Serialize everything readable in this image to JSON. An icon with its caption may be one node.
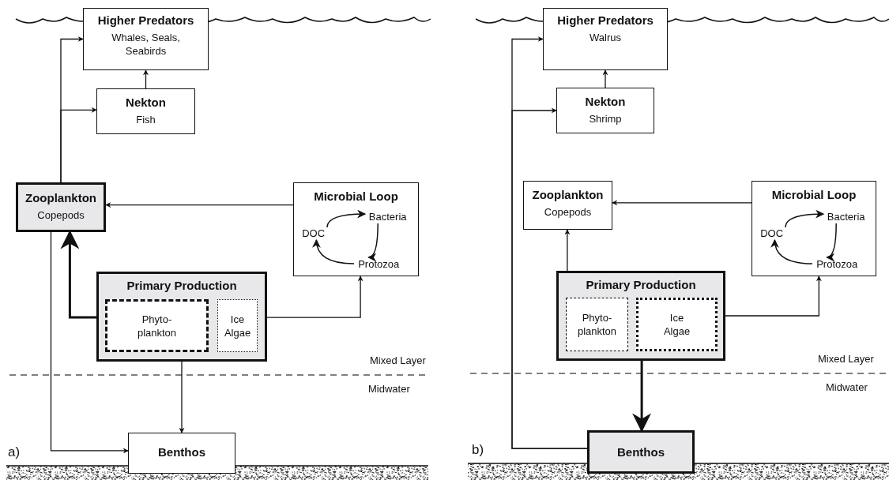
{
  "diagram": {
    "nodes": [
      {
        "text": [
          "Higher Predators",
          "Whales, Seals, Seabirds"
        ]
      },
      {
        "text": [
          "Nekton",
          "Fish"
        ]
      },
      {
        "text": [
          "Zooplankton",
          "Copepods"
        ]
      },
      {
        "text": [
          "Microbial Loop"
        ]
      },
      {
        "text": [
          "DOC"
        ],
        "in": 3
      },
      {
        "text": [
          "Bacteria"
        ],
        "in": 3
      },
      {
        "text": [
          "Protozoa"
        ],
        "in": 3
      },
      {
        "text": [
          "Primary Production"
        ]
      },
      {
        "text": [
          "Phyto- plankton"
        ],
        "in": 7
      },
      {
        "text": [
          "Ice Algae"
        ],
        "in": 7
      },
      {
        "text": [
          "Benthos"
        ]
      },
      {
        "text": [
          "Higher Predators",
          "Walrus"
        ]
      },
      {
        "text": [
          "Nekton",
          "Shrimp"
        ]
      },
      {
        "text": [
          "Zooplankton",
          "Copepods"
        ]
      },
      {
        "text": [
          "Microbial Loop"
        ]
      },
      {
        "text": [
          "DOC"
        ],
        "in": 14
      },
      {
        "text": [
          "Bacteria"
        ],
        "in": 14
      },
      {
        "text": [
          "Protozoa"
        ],
        "in": 14
      },
      {
        "text": [
          "Primary Production"
        ]
      },
      {
        "text": [
          "Phyto- plankton"
        ],
        "in": 18
      },
      {
        "text": [
          "Ice Algae"
        ],
        "in": 18
      },
      {
        "text": [
          "Benthos"
        ]
      }
    ],
    "edges": [
      {
        "from": 2,
        "to": 0,
        "arrow": "to"
      },
      {
        "from": 2,
        "to": 1,
        "arrow": "to"
      },
      {
        "from": 1,
        "to": 0,
        "arrow": "to"
      },
      {
        "from": 3,
        "to": 2,
        "arrow": "to"
      },
      {
        "from": 7,
        "to": 2,
        "arrow": "to",
        "style": "thick"
      },
      {
        "from": 7,
        "to": 3,
        "arrow": "to"
      },
      {
        "from": 7,
        "to": 10,
        "arrow": "to"
      },
      {
        "from": 2,
        "to": 10,
        "arrow": "to"
      },
      {
        "from": 4,
        "to": 5,
        "arrow": "to"
      },
      {
        "from": 5,
        "to": 6,
        "arrow": "to"
      },
      {
        "from": 6,
        "to": 4,
        "arrow": "to"
      },
      {
        "from": 21,
        "to": 11,
        "arrow": "to"
      },
      {
        "from": 21,
        "to": 12,
        "arrow": "to"
      },
      {
        "from": 12,
        "to": 11,
        "arrow": "to"
      },
      {
        "from": 14,
        "to": 13,
        "arrow": "to"
      },
      {
        "from": 18,
        "to": 13,
        "arrow": "to"
      },
      {
        "from": 18,
        "to": 14,
        "arrow": "to"
      },
      {
        "from": 18,
        "to": 21,
        "arrow": "to",
        "style": "thick"
      },
      {
        "from": 15,
        "to": 16,
        "arrow": "to"
      },
      {
        "from": 16,
        "to": 17,
        "arrow": "to"
      },
      {
        "from": 17,
        "to": 15,
        "arrow": "to"
      }
    ],
    "labels": [
      "a)",
      "Mixed Layer",
      "Midwater",
      "b)",
      "Mixed Layer",
      "Midwater"
    ]
  }
}
